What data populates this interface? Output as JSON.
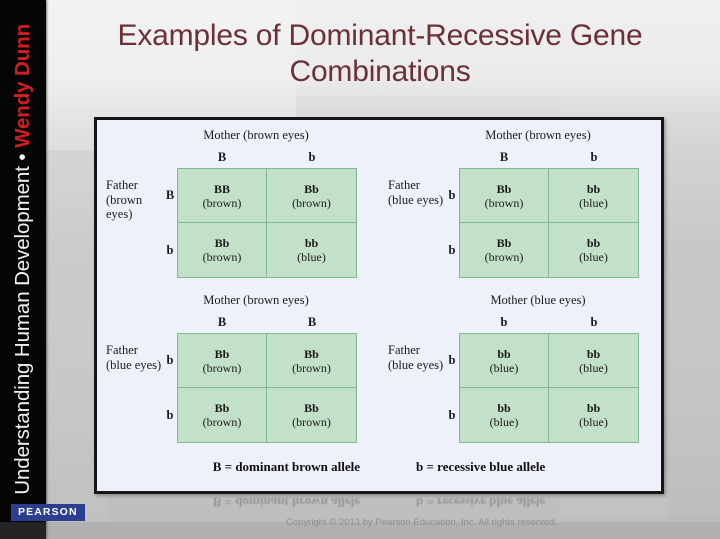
{
  "slide": {
    "title": "Examples of Dominant-Recessive Gene Combinations",
    "copyright": "Copyright © 2013 by Pearson Education, Inc. All rights reserved.",
    "title_color": "#6b3038",
    "panel_bg": "#eef1f9",
    "cell_fill": "#c3e0c8",
    "cell_border": "#7fb992"
  },
  "sidebar": {
    "series_title": "Understanding Human Development",
    "separator": "•",
    "author": "Wendy Dunn",
    "publisher_logo": "PEARSON",
    "logo_color": "#2c3e8f",
    "author_color": "#d21d22"
  },
  "legend": {
    "dominant": "B = dominant brown allele",
    "recessive": "b = recessive blue allele"
  },
  "squares": [
    {
      "id": "square-1",
      "mother_label": "Mother (brown eyes)",
      "father_label": "Father (brown eyes)",
      "mother_alleles": [
        "B",
        "b"
      ],
      "father_alleles": [
        "B",
        "b"
      ],
      "cells": [
        {
          "genotype": "BB",
          "phenotype": "(brown)"
        },
        {
          "genotype": "Bb",
          "phenotype": "(brown)"
        },
        {
          "genotype": "Bb",
          "phenotype": "(brown)"
        },
        {
          "genotype": "bb",
          "phenotype": "(blue)"
        }
      ]
    },
    {
      "id": "square-2",
      "mother_label": "Mother (brown eyes)",
      "father_label": "Father (blue eyes)",
      "mother_alleles": [
        "B",
        "b"
      ],
      "father_alleles": [
        "b",
        "b"
      ],
      "cells": [
        {
          "genotype": "Bb",
          "phenotype": "(brown)"
        },
        {
          "genotype": "bb",
          "phenotype": "(blue)"
        },
        {
          "genotype": "Bb",
          "phenotype": "(brown)"
        },
        {
          "genotype": "bb",
          "phenotype": "(blue)"
        }
      ]
    },
    {
      "id": "square-3",
      "mother_label": "Mother (brown eyes)",
      "father_label": "Father (blue eyes)",
      "mother_alleles": [
        "B",
        "B"
      ],
      "father_alleles": [
        "b",
        "b"
      ],
      "cells": [
        {
          "genotype": "Bb",
          "phenotype": "(brown)"
        },
        {
          "genotype": "Bb",
          "phenotype": "(brown)"
        },
        {
          "genotype": "Bb",
          "phenotype": "(brown)"
        },
        {
          "genotype": "Bb",
          "phenotype": "(brown)"
        }
      ]
    },
    {
      "id": "square-4",
      "mother_label": "Mother (blue eyes)",
      "father_label": "Father (blue eyes)",
      "mother_alleles": [
        "b",
        "b"
      ],
      "father_alleles": [
        "b",
        "b"
      ],
      "cells": [
        {
          "genotype": "bb",
          "phenotype": "(blue)"
        },
        {
          "genotype": "bb",
          "phenotype": "(blue)"
        },
        {
          "genotype": "bb",
          "phenotype": "(blue)"
        },
        {
          "genotype": "bb",
          "phenotype": "(blue)"
        }
      ]
    }
  ]
}
